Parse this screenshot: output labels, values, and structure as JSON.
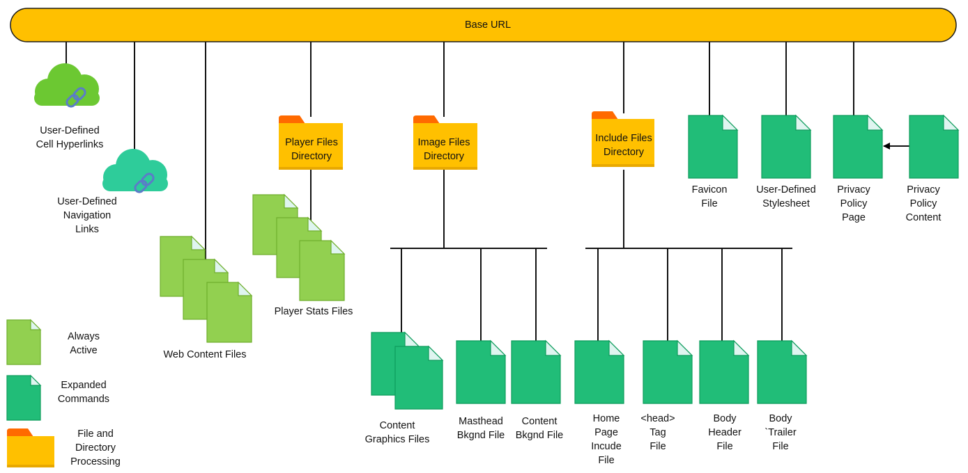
{
  "colors": {
    "bar_fill": "#FFC000",
    "bar_stroke": "#1a1a1a",
    "line": "#111111",
    "always_active": "#92D050",
    "always_active_dark": "#6fae2c",
    "expanded": "#21BD78",
    "expanded_dark": "#0e9c5c",
    "page_fold": "#dff5f0",
    "folder_body": "#FFC000",
    "folder_tab": "#FF6A00",
    "cloud_green": "#6CC832",
    "cloud_teal": "#2ECC9A",
    "link_icon": "#5B7CC8"
  },
  "base": {
    "label": "Base URL"
  },
  "clouds": [
    {
      "name": "user-defined-cell-hyperlinks",
      "label": "User-Defined\nCell Hyperlinks",
      "icon": "cloud-link-icon",
      "color": "cloud_green"
    },
    {
      "name": "user-defined-navigation-links",
      "label": "User-Defined\nNavigation\nLinks",
      "icon": "cloud-link-icon",
      "color": "cloud_teal"
    }
  ],
  "folders": [
    {
      "name": "player-files-directory",
      "label": "Player Files\nDirectory",
      "icon": "folder-icon"
    },
    {
      "name": "image-files-directory",
      "label": "Image Files\nDirectory",
      "icon": "folder-icon"
    },
    {
      "name": "include-files-directory",
      "label": "Include Files\nDirectory",
      "icon": "folder-icon"
    }
  ],
  "groups": {
    "web_content": {
      "label": "Web Content Files",
      "type": "always_active"
    },
    "player_stats": {
      "label": "Player Stats Files",
      "type": "always_active"
    },
    "content_graphics": {
      "label": "Content\nGraphics Files",
      "type": "expanded"
    }
  },
  "files": [
    {
      "name": "masthead-bkgnd-file",
      "label": "Masthead\nBkgnd File",
      "type": "expanded"
    },
    {
      "name": "content-bkgnd-file",
      "label": "Content\nBkgnd File",
      "type": "expanded"
    },
    {
      "name": "home-page-include-file",
      "label": "Home\nPage\nIncude\nFile",
      "type": "expanded"
    },
    {
      "name": "head-tag-file",
      "label": "<head>\nTag\nFile",
      "type": "expanded"
    },
    {
      "name": "body-header-file",
      "label": "Body\nHeader\nFile",
      "type": "expanded"
    },
    {
      "name": "body-trailer-file",
      "label": "Body\n`Trailer\nFile",
      "type": "expanded"
    },
    {
      "name": "favicon-file",
      "label": "Favicon\nFile",
      "type": "expanded"
    },
    {
      "name": "user-defined-stylesheet",
      "label": "User-Defined\nStylesheet",
      "type": "expanded"
    },
    {
      "name": "privacy-policy-page",
      "label": "Privacy\nPolicy\nPage",
      "type": "expanded"
    },
    {
      "name": "privacy-policy-content",
      "label": "Privacy\nPolicy\nContent",
      "type": "expanded"
    }
  ],
  "legend": [
    {
      "label": "Always\nActive",
      "type": "always_active",
      "icon": "page-icon"
    },
    {
      "label": "Expanded\nCommands",
      "type": "expanded",
      "icon": "page-icon"
    },
    {
      "label": "File and\nDirectory\nProcessing",
      "type": "folder",
      "icon": "folder-icon"
    }
  ]
}
